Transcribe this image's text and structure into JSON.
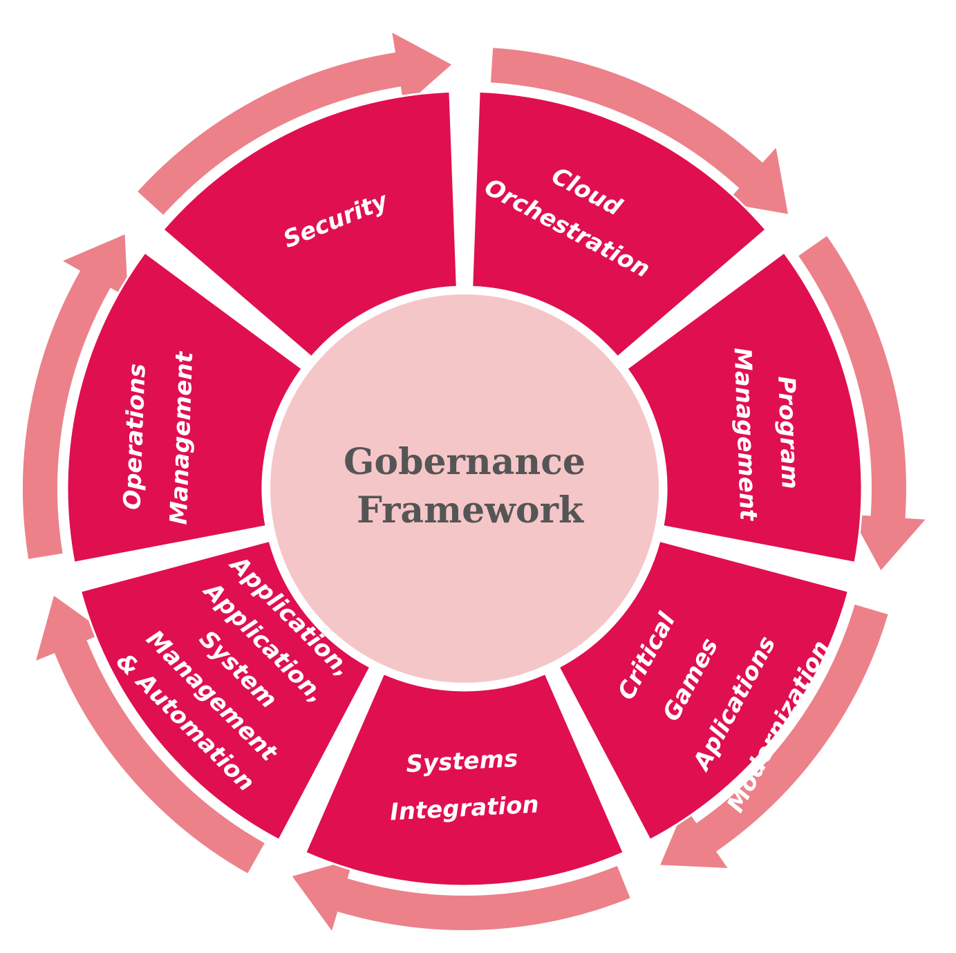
{
  "center": {
    "line1": "Gobernance",
    "line2": "Framework"
  },
  "segments": [
    {
      "id": "security",
      "lines": [
        "Security"
      ]
    },
    {
      "id": "cloud-orchestration",
      "lines": [
        "Cloud",
        "Orchestration"
      ]
    },
    {
      "id": "program-management",
      "lines": [
        "Program",
        "Management"
      ]
    },
    {
      "id": "critical-games",
      "lines": [
        "Critical",
        "Games",
        "Aplications",
        "Modernization"
      ]
    },
    {
      "id": "systems-integration",
      "lines": [
        "Systems",
        "Integration"
      ]
    },
    {
      "id": "application-system",
      "lines": [
        "Application,",
        "Application,",
        "System",
        "Management",
        "& Automation"
      ]
    },
    {
      "id": "operations-management",
      "lines": [
        "Operations",
        "Management"
      ]
    }
  ],
  "colors": {
    "segment_fill": "#e00f50",
    "arrow_fill": "#ec818a",
    "center_fill": "#f5c6c8",
    "center_text": "#555555",
    "label_text": "#ffffff"
  }
}
